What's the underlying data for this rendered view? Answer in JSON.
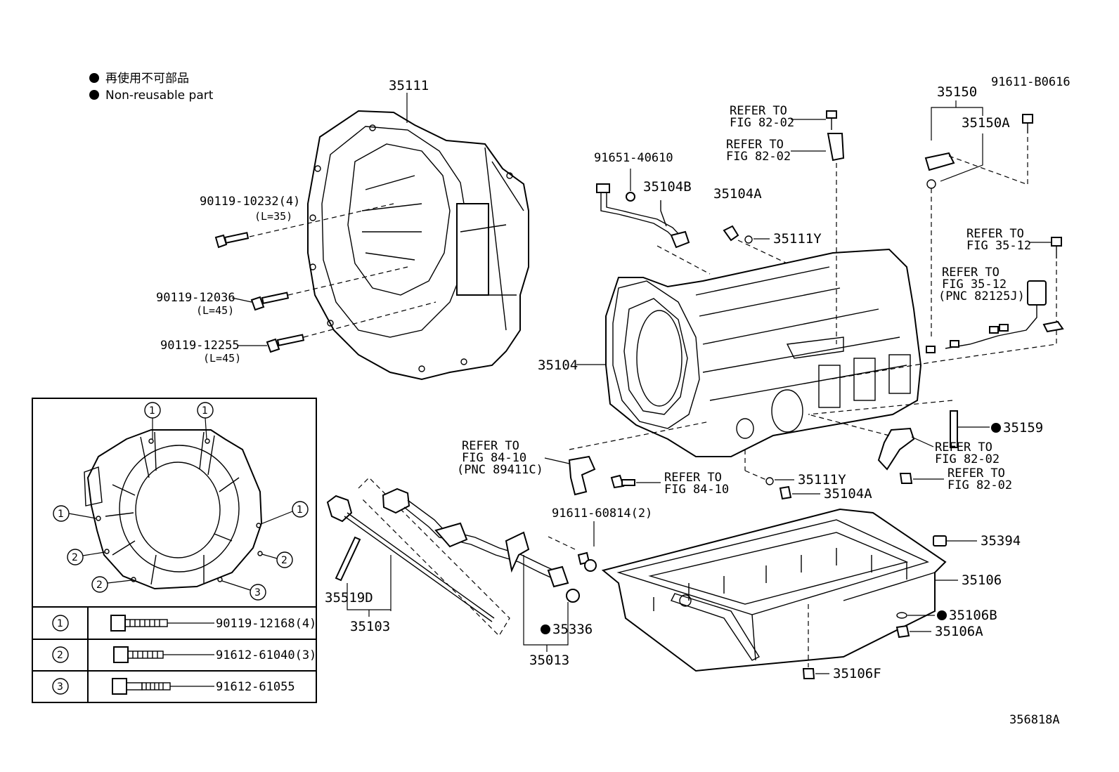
{
  "legend": {
    "jp": "再使用不可部品",
    "en": "Non-reusable part"
  },
  "figure_id": "356818A",
  "labels": {
    "p35111": "35111",
    "b90119_10232": "90119-10232(4)",
    "b90119_10232_len": "(L=35)",
    "b90119_12036": "90119-12036",
    "b90119_12036_len": "(L=45)",
    "b90119_12255": "90119-12255",
    "b90119_12255_len": "(L=45)",
    "p91651_40610": "91651-40610",
    "p35104B": "35104B",
    "p35104A_top": "35104A",
    "p35111Y_top": "35111Y",
    "refer1_a": "REFER TO",
    "refer1_b": "FIG 82-02",
    "refer2_a": "REFER TO",
    "refer2_b": "FIG 82-02",
    "p35150": "35150",
    "p35150A": "35150A",
    "p91611_B0616": "91611-B0616",
    "refer3_a": "REFER TO",
    "refer3_b": "FIG 35-12",
    "refer4_a": "REFER TO",
    "refer4_b": "FIG 35-12",
    "refer4_c": "(PNC 82125J)",
    "p35104": "35104",
    "p35159": "35159",
    "refer5_a": "REFER TO",
    "refer5_b": "FIG 82-02",
    "refer6_a": "REFER TO",
    "refer6_b": "FIG 82-02",
    "refer7_a": "REFER TO",
    "refer7_b": "FIG 84-10",
    "refer7_c": "(PNC 89411C)",
    "refer8_a": "REFER TO",
    "refer8_b": "FIG 84-10",
    "p35111Y_bot": "35111Y",
    "p35104A_bot": "35104A",
    "p91611_60814": "91611-60814(2)",
    "p35394": "35394",
    "p35106": "35106",
    "p35106B": "35106B",
    "p35106A": "35106A",
    "p35106F": "35106F",
    "p35519D": "35519D",
    "p35103": "35103",
    "p35336": "35336",
    "p35013": "35013"
  },
  "inset": {
    "circles": [
      "1",
      "1",
      "1",
      "1",
      "2",
      "2",
      "2",
      "3"
    ],
    "rows": [
      {
        "key": "1",
        "part": "90119-12168(4)"
      },
      {
        "key": "2",
        "part": "91612-61040(3)"
      },
      {
        "key": "3",
        "part": "91612-61055"
      }
    ]
  }
}
